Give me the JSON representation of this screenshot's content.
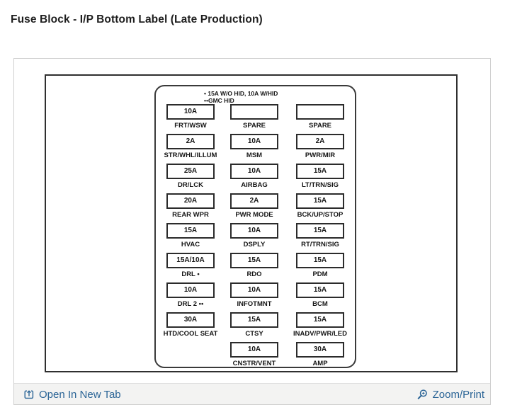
{
  "page": {
    "title": "Fuse Block - I/P Bottom Label (Late Production)"
  },
  "fuse_panel": {
    "notes": [
      "• 15A W/O HID, 10A W/HID",
      "••GMC HID"
    ],
    "rows": [
      [
        {
          "amp": "10A",
          "label": "FRT/WSW"
        },
        {
          "amp": "",
          "label": "SPARE"
        },
        {
          "amp": "",
          "label": "SPARE"
        }
      ],
      [
        {
          "amp": "2A",
          "label": "STR/WHL/ILLUM"
        },
        {
          "amp": "10A",
          "label": "MSM"
        },
        {
          "amp": "2A",
          "label": "PWR/MIR"
        }
      ],
      [
        {
          "amp": "25A",
          "label": "DR/LCK"
        },
        {
          "amp": "10A",
          "label": "AIRBAG"
        },
        {
          "amp": "15A",
          "label": "LT/TRN/SIG"
        }
      ],
      [
        {
          "amp": "20A",
          "label": "REAR WPR"
        },
        {
          "amp": "2A",
          "label": "PWR MODE"
        },
        {
          "amp": "15A",
          "label": "BCK/UP/STOP"
        }
      ],
      [
        {
          "amp": "15A",
          "label": "HVAC"
        },
        {
          "amp": "10A",
          "label": "DSPLY"
        },
        {
          "amp": "15A",
          "label": "RT/TRN/SIG"
        }
      ],
      [
        {
          "amp": "15A/10A",
          "label": "DRL •"
        },
        {
          "amp": "15A",
          "label": "RDO"
        },
        {
          "amp": "15A",
          "label": "PDM"
        }
      ],
      [
        {
          "amp": "10A",
          "label": "DRL 2 ••"
        },
        {
          "amp": "10A",
          "label": "INFOTMNT"
        },
        {
          "amp": "15A",
          "label": "BCM"
        }
      ],
      [
        {
          "amp": "30A",
          "label": "HTD/COOL SEAT"
        },
        {
          "amp": "15A",
          "label": "CTSY"
        },
        {
          "amp": "15A",
          "label": "INADV/PWR/LED"
        }
      ],
      [
        null,
        {
          "amp": "10A",
          "label": "CNSTR/VENT"
        },
        {
          "amp": "30A",
          "label": "AMP"
        }
      ]
    ]
  },
  "footer": {
    "open_in_new_tab": "Open In New Tab",
    "zoom_print": "Zoom/Print"
  },
  "colors": {
    "link_blue": "#2a6496",
    "diagram_line": "#2f2f2f",
    "footer_bg": "#f3f3f2"
  },
  "icons": {
    "open_in_new_tab": "open-in-new-tab-icon",
    "zoom_print": "magnifier-icon"
  }
}
